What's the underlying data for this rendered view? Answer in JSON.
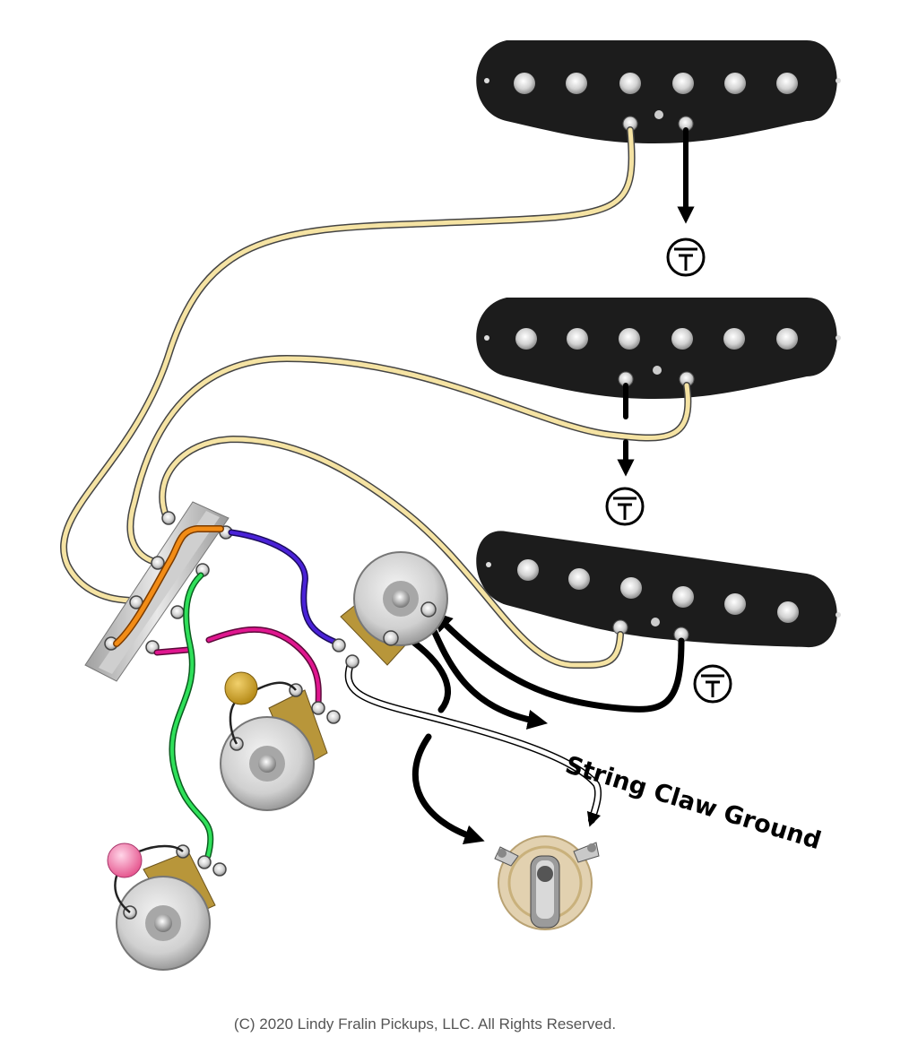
{
  "diagram": {
    "annotation": "String Claw Ground",
    "copyright": "(C) 2020 Lindy Fralin Pickups, LLC. All Rights Reserved.",
    "components": {
      "pickups": [
        "neck-pickup",
        "middle-pickup",
        "bridge-pickup"
      ],
      "switch": "five-way-switch",
      "pots": [
        "volume-pot",
        "tone-pot-1",
        "tone-pot-2"
      ],
      "jack": "output-jack",
      "ground_symbols": 3
    },
    "colors": {
      "pickup": "#1c1c1c",
      "hot_wire": "#f5e3a3",
      "ground_wire": "#000000",
      "orange_wire": "#f28c16",
      "blue_wire": "#4a22d8",
      "green_wire": "#2fe05a",
      "magenta_wire": "#e0168f",
      "tone_cap_1": "#d4a62a",
      "tone_cap_2": "#f06aa6"
    }
  }
}
